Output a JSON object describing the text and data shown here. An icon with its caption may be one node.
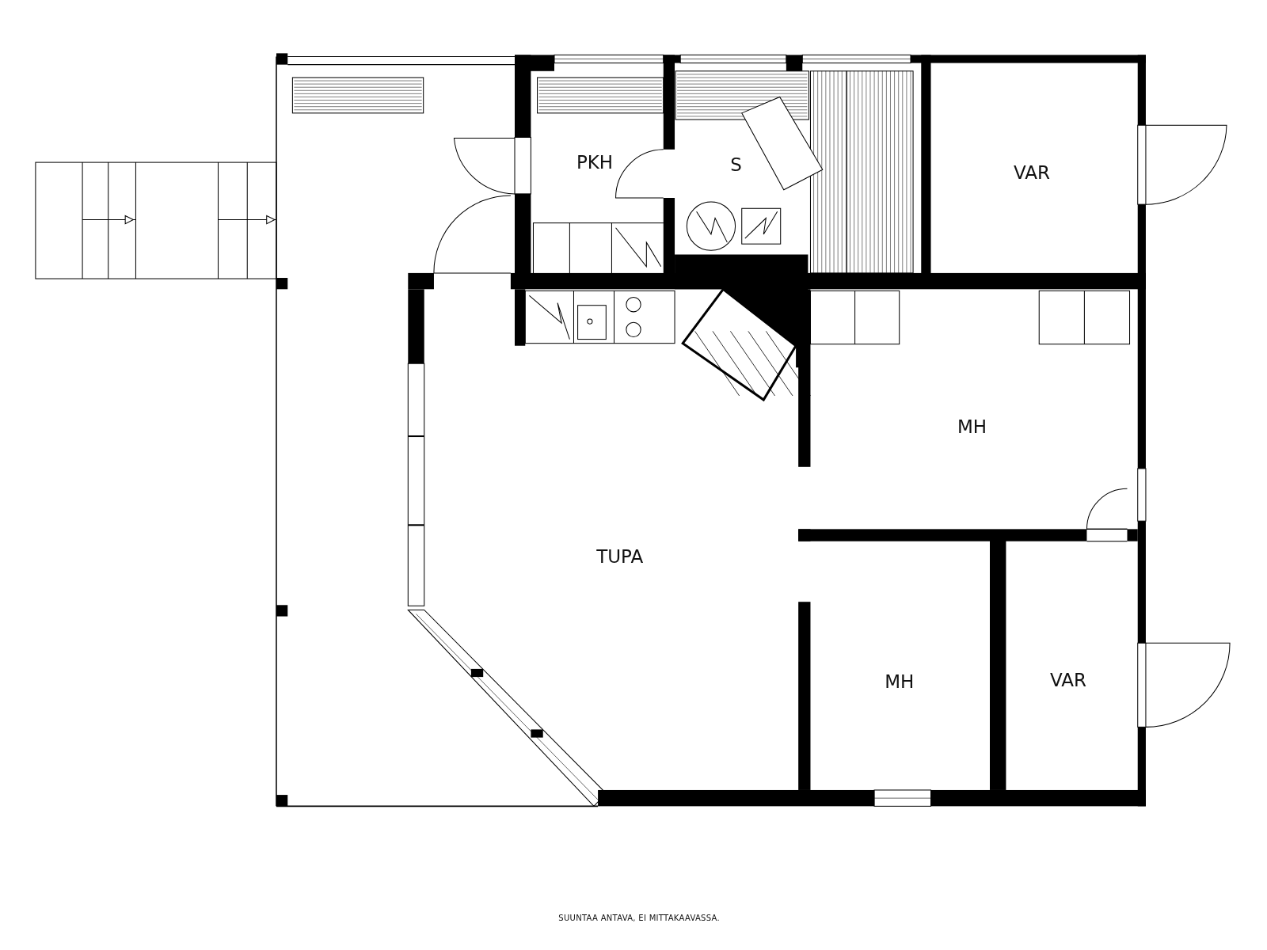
{
  "diagram": {
    "caption": "SUUNTAA ANTAVA, EI MITTAKAAVASSA.",
    "labels": [
      "PKH",
      "S",
      "VAR",
      "MH",
      "TUPA",
      "MH",
      "VAR"
    ]
  }
}
